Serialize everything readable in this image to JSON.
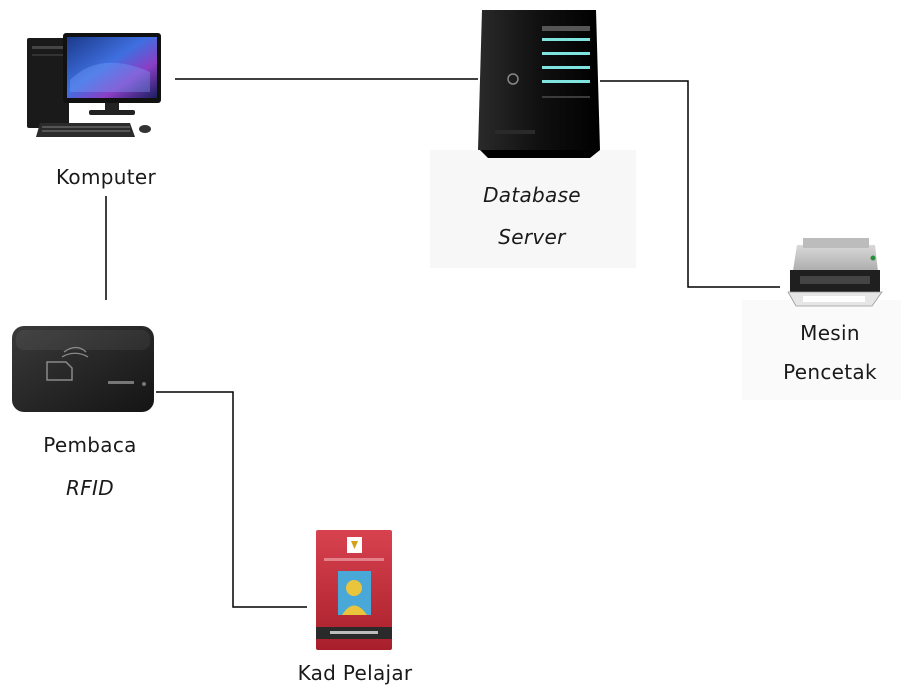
{
  "nodes": {
    "computer": {
      "label": "Komputer",
      "icon": "desktop-computer-icon"
    },
    "server": {
      "label_line1": "Database",
      "label_line2": "Server",
      "icon": "server-tower-icon"
    },
    "printer": {
      "label_line1": "Mesin",
      "label_line2": "Pencetak",
      "icon": "printer-icon"
    },
    "reader": {
      "label_line1": "Pembaca",
      "label_line2": "RFID",
      "icon": "rfid-reader-icon"
    },
    "card": {
      "label": "Kad Pelajar",
      "icon": "student-card-icon"
    }
  },
  "connections": [
    {
      "from": "computer",
      "to": "server"
    },
    {
      "from": "server",
      "to": "printer"
    },
    {
      "from": "computer",
      "to": "reader"
    },
    {
      "from": "reader",
      "to": "card"
    }
  ],
  "colors": {
    "line": "#000000",
    "background": "#ffffff",
    "card": "#c0313a",
    "server_led": "#7fe3e0"
  }
}
